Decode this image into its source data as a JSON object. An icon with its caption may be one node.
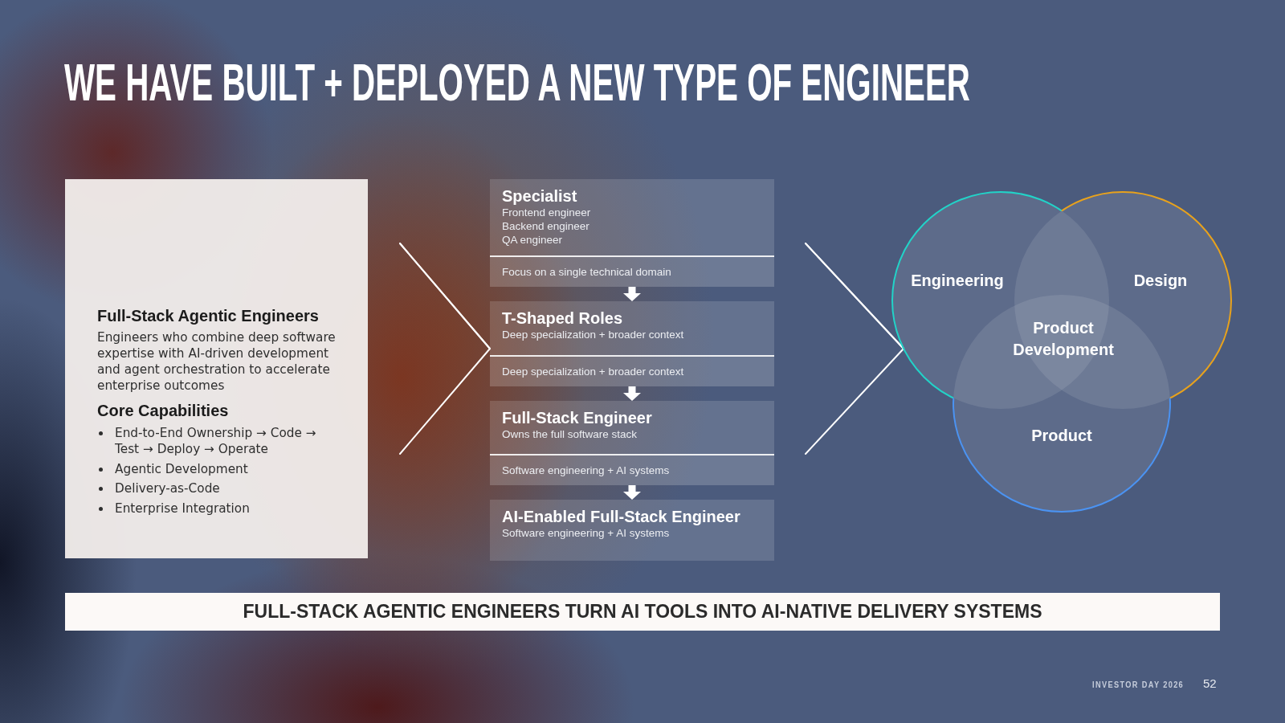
{
  "diagram": {
    "title": "WE HAVE BUILT + DEPLOYED A NEW TYPE OF ENGINEER",
    "nodes": [
      {
        "text": [
          "Full-Stack Agentic Engineers",
          "Engineers who combine deep software expertise with AI-driven development and agent orchestration to accelerate enterprise outcomes",
          "Core Capabilities",
          "End-to-End Ownership → Code → Test → Deploy → Operate",
          "Agentic Development",
          "Delivery-as-Code",
          "Enterprise Integration"
        ]
      },
      {
        "text": [
          "Specialist",
          "Frontend engineer",
          "Backend engineer",
          "QA engineer",
          "Focus on a single technical domain"
        ]
      },
      {
        "text": [
          "T-Shaped Roles",
          "Deep specialization + broader context",
          "Deep specialization + broader context"
        ]
      },
      {
        "text": [
          "Full-Stack Engineer",
          "Owns the full software stack",
          "Software engineering + AI systems"
        ]
      },
      {
        "text": [
          "AI-Enabled Full-Stack Engineer",
          "Software engineering + AI systems"
        ]
      },
      {
        "text": [
          "Engineering"
        ]
      },
      {
        "text": [
          "Design"
        ]
      },
      {
        "text": [
          "Product"
        ]
      },
      {
        "text": [
          "FULL-STACK AGENTIC ENGINEERS TURN AI TOOLS INTO AI-NATIVE DELIVERY SYSTEMS"
        ]
      }
    ],
    "edges": [
      {
        "from": null,
        "to": 2,
        "arrow": "to"
      },
      {
        "from": 1,
        "to": 2,
        "arrow": "to"
      },
      {
        "from": 2,
        "to": 3,
        "arrow": "to"
      },
      {
        "from": 3,
        "to": 4,
        "arrow": "to"
      },
      {
        "from": null,
        "to": 5,
        "arrow": "to"
      }
    ],
    "labels": [
      "Product Development",
      "INVESTOR DAY 2026",
      "52"
    ]
  }
}
